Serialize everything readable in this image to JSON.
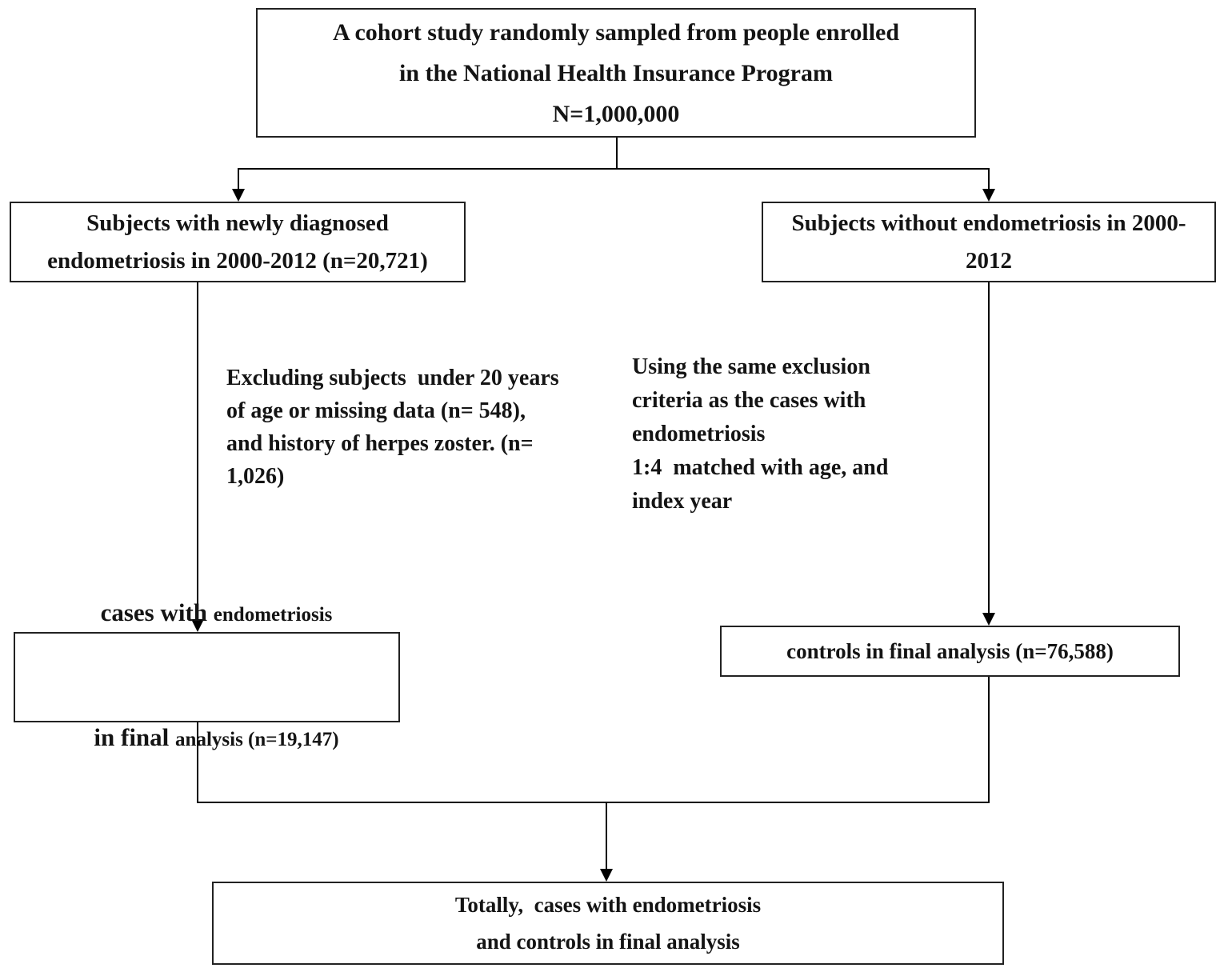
{
  "diagram": {
    "top_box": {
      "lines": [
        "A cohort study randomly sampled from people enrolled",
        "in the National Health Insurance Program",
        "N=1,000,000"
      ]
    },
    "left_box": {
      "lines": [
        "Subjects with newly diagnosed",
        "endometriosis in 2000-2012 (n=20,721)"
      ]
    },
    "right_box": {
      "lines": [
        "Subjects without endometriosis in 2000-",
        "2012"
      ]
    },
    "left_note": {
      "lines": [
        "Excluding subjects  under 20 years",
        "of age or missing data (n= 548),",
        "and history of herpes zoster. (n=",
        "1,026)"
      ]
    },
    "right_note": {
      "lines": [
        "Using the same exclusion",
        "criteria as the cases with",
        "endometriosis",
        "1:4  matched with age, and",
        "index year"
      ]
    },
    "cases_box": {
      "line1_large": "cases with ",
      "line1_small": "endometriosis",
      "line2_large": "in final ",
      "line2_small": "analysis (n=19,147)"
    },
    "controls_box": {
      "label": "controls in final analysis (n=76,588)"
    },
    "total_box": {
      "lines": [
        "Totally,  cases with endometriosis",
        "and controls in final analysis"
      ]
    },
    "colors": {
      "line": "#000000",
      "border": "#222222",
      "text": "#141414",
      "background": "#ffffff"
    }
  }
}
